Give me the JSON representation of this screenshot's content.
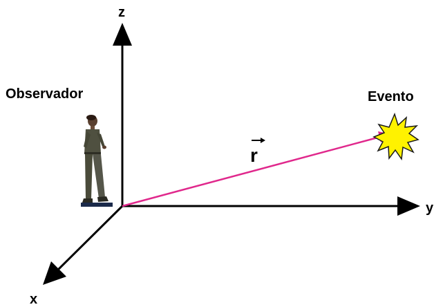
{
  "axes": {
    "z_label": "z",
    "y_label": "y",
    "x_label": "x"
  },
  "labels": {
    "observer": "Observador",
    "event": "Evento",
    "vector": "r"
  },
  "colors": {
    "axis": "#000000",
    "vector": "#e0288c",
    "starburst_fill": "#fff200",
    "observer_body": "#4a4a3a"
  },
  "icons": {
    "observer": "standing-person-icon",
    "event": "starburst-icon"
  }
}
